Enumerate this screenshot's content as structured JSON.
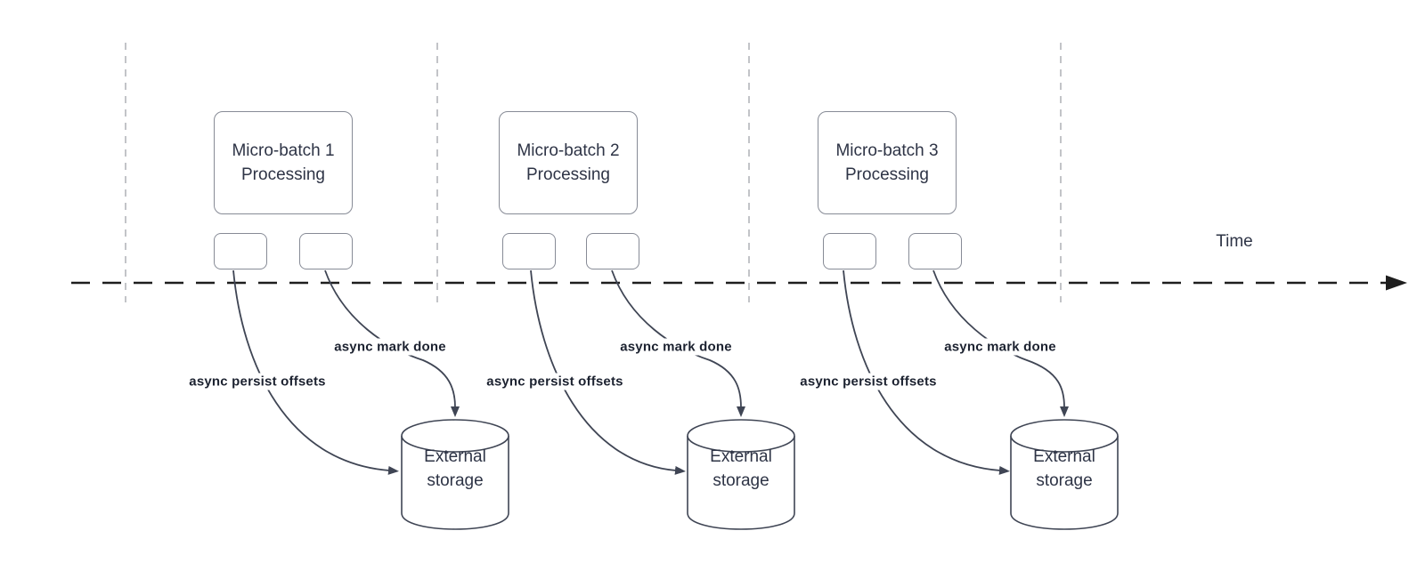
{
  "timeline": {
    "label": "Time"
  },
  "sections": [
    {
      "title": "Micro-batch 1 Processing",
      "persist_label": "async persist offsets",
      "markdone_label": "async mark done",
      "storage_label": "External storage"
    },
    {
      "title": "Micro-batch 2 Processing",
      "persist_label": "async persist offsets",
      "markdone_label": "async mark done",
      "storage_label": "External storage"
    },
    {
      "title": "Micro-batch 3 Processing",
      "persist_label": "async persist offsets",
      "markdone_label": "async mark done",
      "storage_label": "External storage"
    }
  ],
  "colors": {
    "background": "#ffffff",
    "shape_border": "#878b96",
    "connector": "#3f4554",
    "timeline": "#1e1e1e",
    "gridline": "#b4b6ba",
    "text": "#2e3446",
    "label_text": "#1c2230"
  }
}
